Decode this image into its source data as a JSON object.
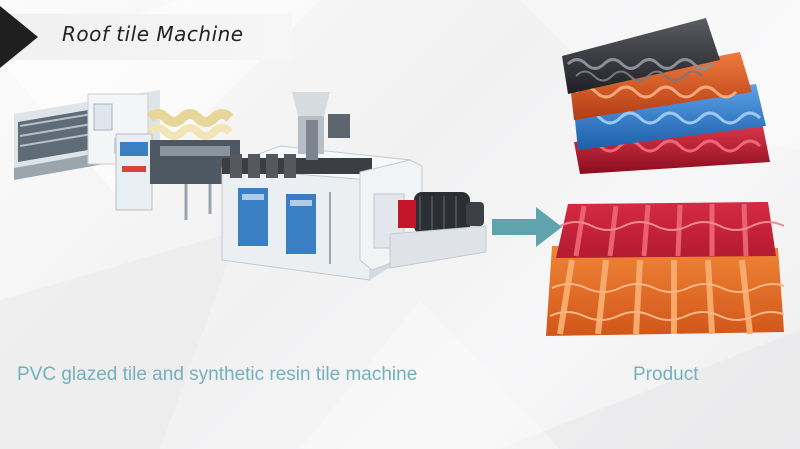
{
  "header": {
    "title": "Roof tile Machine"
  },
  "captions": {
    "machine": "PVC glazed tile and synthetic resin tile machine",
    "product": "Product"
  },
  "colors": {
    "caption": "#72b2bd",
    "arrow": "#5fa4ad",
    "title_triangle": "#1f1f1f",
    "machine_blue": "#3a7fc4",
    "tile_black": "#2e2f33",
    "tile_orange": "#d9501f",
    "tile_blue": "#2f77c8",
    "tile_red": "#b8142c"
  },
  "icons": [
    "right-arrow-icon"
  ]
}
